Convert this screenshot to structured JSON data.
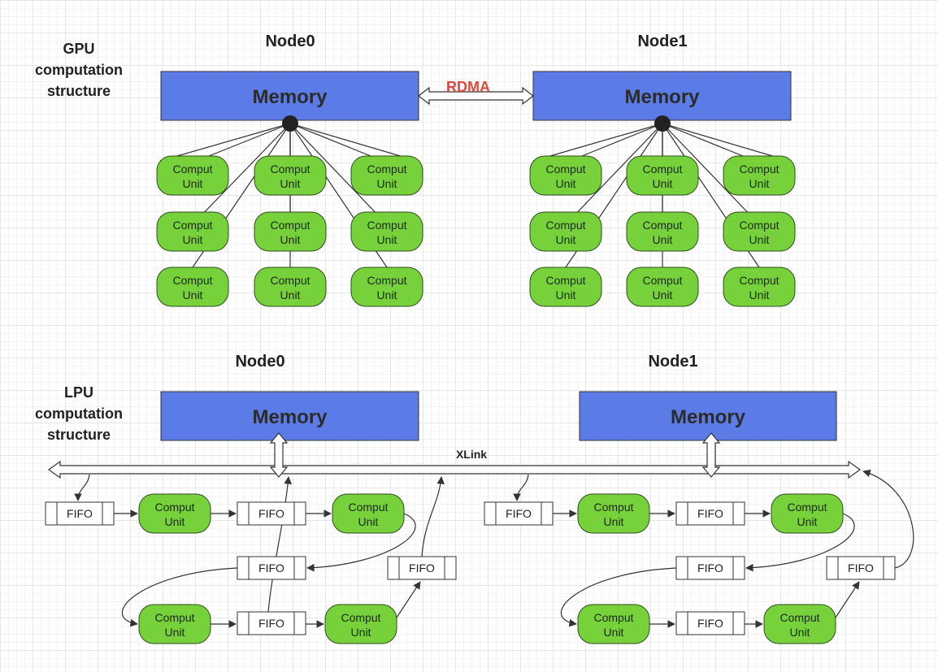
{
  "gpu": {
    "label_lines": [
      "GPU",
      "computation",
      "structure"
    ],
    "node0": {
      "title": "Node0",
      "memory": "Memory"
    },
    "node1": {
      "title": "Node1",
      "memory": "Memory"
    },
    "link_label": "RDMA",
    "unit_lines": [
      "Comput",
      "Unit"
    ]
  },
  "lpu": {
    "label_lines": [
      "LPU",
      "computation",
      "structure"
    ],
    "node0": {
      "title": "Node0",
      "memory": "Memory"
    },
    "node1": {
      "title": "Node1",
      "memory": "Memory"
    },
    "bus_label": "XLink",
    "unit_lines": [
      "Comput",
      "Unit"
    ],
    "fifo_label": "FIFO"
  },
  "colors": {
    "memory": "#5b7be6",
    "compute_unit": "#76d13b",
    "rdma": "#e0483e"
  }
}
